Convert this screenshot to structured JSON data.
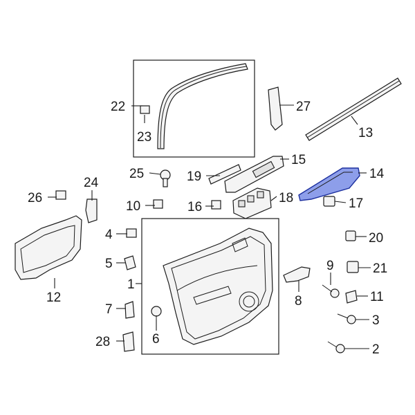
{
  "diagram": {
    "highlight_color": "#2f4fd8",
    "callouts": {
      "c1": "1",
      "c2": "2",
      "c3": "3",
      "c4": "4",
      "c5": "5",
      "c6": "6",
      "c7": "7",
      "c8": "8",
      "c9": "9",
      "c10": "10",
      "c11": "11",
      "c12": "12",
      "c13": "13",
      "c14": "14",
      "c15": "15",
      "c16": "16",
      "c17": "17",
      "c18": "18",
      "c19": "19",
      "c20": "20",
      "c21": "21",
      "c22": "22",
      "c23": "23",
      "c24": "24",
      "c25": "25",
      "c26": "26",
      "c27": "27",
      "c28": "28"
    }
  }
}
